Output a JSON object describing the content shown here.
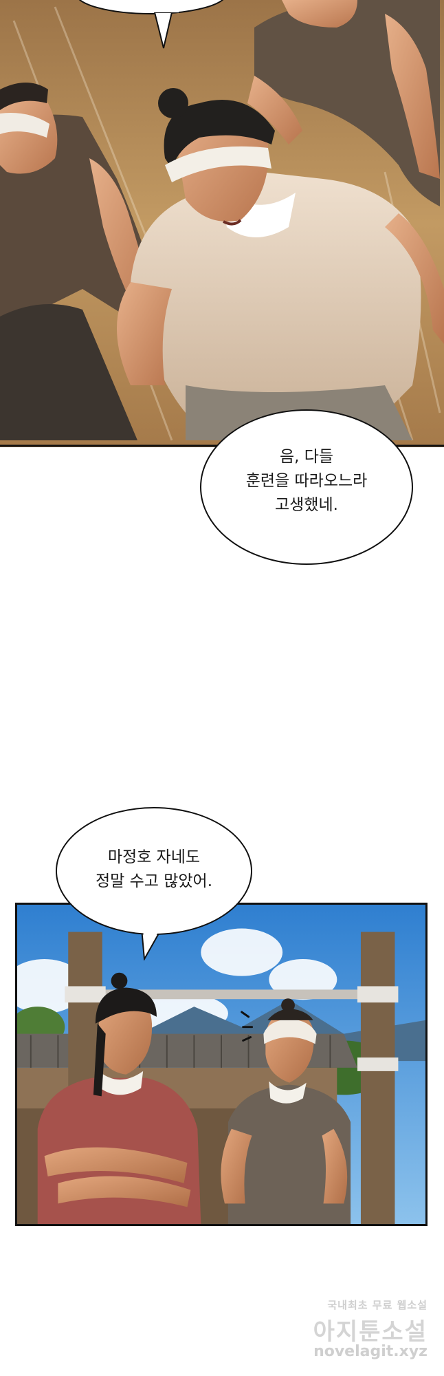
{
  "bubbles": [
    {
      "lines": "음, 다들\n훈련을 따라오느라\n고생했네."
    },
    {
      "lines": "마정호 자네도\n정말 수고 많았어."
    }
  ],
  "watermark": {
    "line1": "국내최초 무료 웹소설",
    "line2": "아지툰소설",
    "line3": "novelagit.xyz"
  },
  "colors": {
    "ground": "#b48a56",
    "sky": "#3f8fd6",
    "watermark": "#c9c9c9"
  }
}
